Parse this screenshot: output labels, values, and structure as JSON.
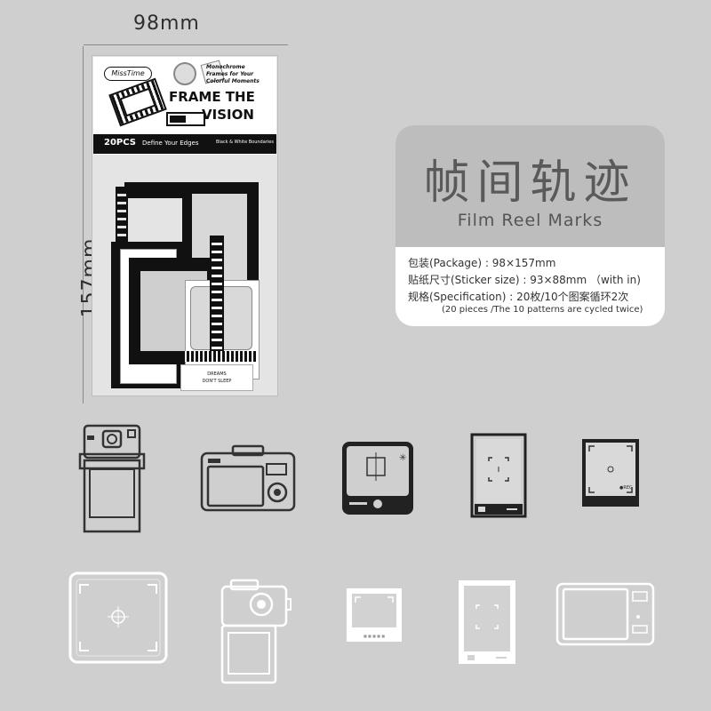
{
  "dimensions": {
    "width_label": "98mm",
    "height_label": "157mm"
  },
  "package": {
    "brand": "MissTime",
    "tagline": [
      "Monochrome",
      "Frames for Your",
      "Colorful Moments"
    ],
    "title_line1": "FRAME THE",
    "title_line2": "VISION",
    "count": "20PCS",
    "subtitle": "Define Your Edges",
    "series": "Black & White Boundaries",
    "sticker_text1": "DREAMS",
    "sticker_text2": "DON'T SLEEP"
  },
  "card": {
    "title_cn": "帧间轨迹",
    "title_en": "Film Reel Marks",
    "spec_package": "包装(Package) : 98×157mm",
    "spec_size": "贴纸尺寸(Sticker size) : 93×88mm （with in)",
    "spec_count": "规格(Specification) : 20枚/10个图案循环2次",
    "spec_note": "(20 pieces /The 10 patterns are cycled twice)"
  },
  "colors": {
    "background": "#cfcfcf",
    "card_top": "#bdbdbd",
    "ink": "#111111",
    "white": "#ffffff"
  },
  "icons": {
    "row1": [
      "instant-camera-icon",
      "digital-camera-icon",
      "viewfinder-screen-icon",
      "photo-frame-icon",
      "rec-frame-icon"
    ],
    "row2": [
      "white-viewfinder-icon",
      "white-flip-camera-icon",
      "white-polaroid-icon",
      "white-photo-frame-icon",
      "white-camcorder-icon"
    ]
  }
}
